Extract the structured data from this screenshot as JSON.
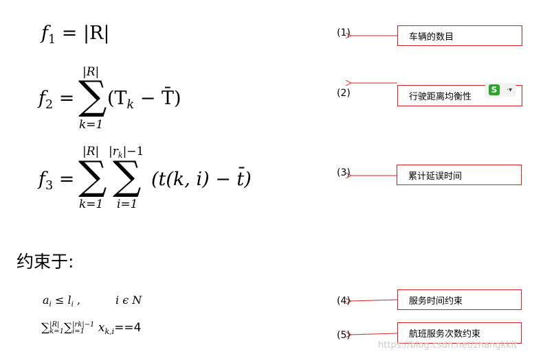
{
  "formulas": {
    "f1": {
      "lhs": "f",
      "lhs_sub": "1",
      "rhs": "= |R|"
    },
    "f2": {
      "lhs": "f",
      "lhs_sub": "2",
      "eq": "=",
      "sum_top": "|R|",
      "sum_bottom": "k=1",
      "body": "(T",
      "body_sub": "k",
      "body_rest": " − T̄)"
    },
    "f3": {
      "lhs": "f",
      "lhs_sub": "3",
      "eq": "=",
      "sum1_top": "|R|",
      "sum1_bottom": "k=1",
      "sum2_top": "|r",
      "sum2_top_sub": "k",
      "sum2_top_rest": "|−1",
      "sum2_bottom": "i=1",
      "body": "(t(k, i) − t̄)"
    }
  },
  "constraint_heading": "约束于:",
  "constraints": {
    "c1": {
      "a": "a",
      "a_sub": "i",
      "rel": " ≤ ",
      "l": "l",
      "l_sub": "i",
      "comma": " ,",
      "cond": "i ϵ N"
    },
    "c2": {
      "sum1_top": "|R|",
      "sum1_bottom": "k=1",
      "sum2_top": "|r",
      "sum2_top_sub": "k",
      "sum2_top_rest": "|−1",
      "sum2_bottom": "i=1",
      "x": "x",
      "x_sub": "k,i",
      "rest": "==4"
    }
  },
  "annotations": [
    {
      "num": "(1)",
      "label": "车辆的数目"
    },
    {
      "num": "(2)",
      "label": "行驶距离均衡性"
    },
    {
      "num": "(3)",
      "label": "累计延误时间"
    },
    {
      "num": "(4)",
      "label": "服务时间约束"
    },
    {
      "num": "(5)",
      "label": "航班服务次数约束"
    }
  ],
  "watermark": "https://blog.csdn.net/zhangkkit",
  "colors": {
    "box_border": "#d42020",
    "arrow": "#d42020",
    "ime_green": "#2aa52a"
  },
  "icons": {
    "ime": "sogou-ime-icon"
  }
}
